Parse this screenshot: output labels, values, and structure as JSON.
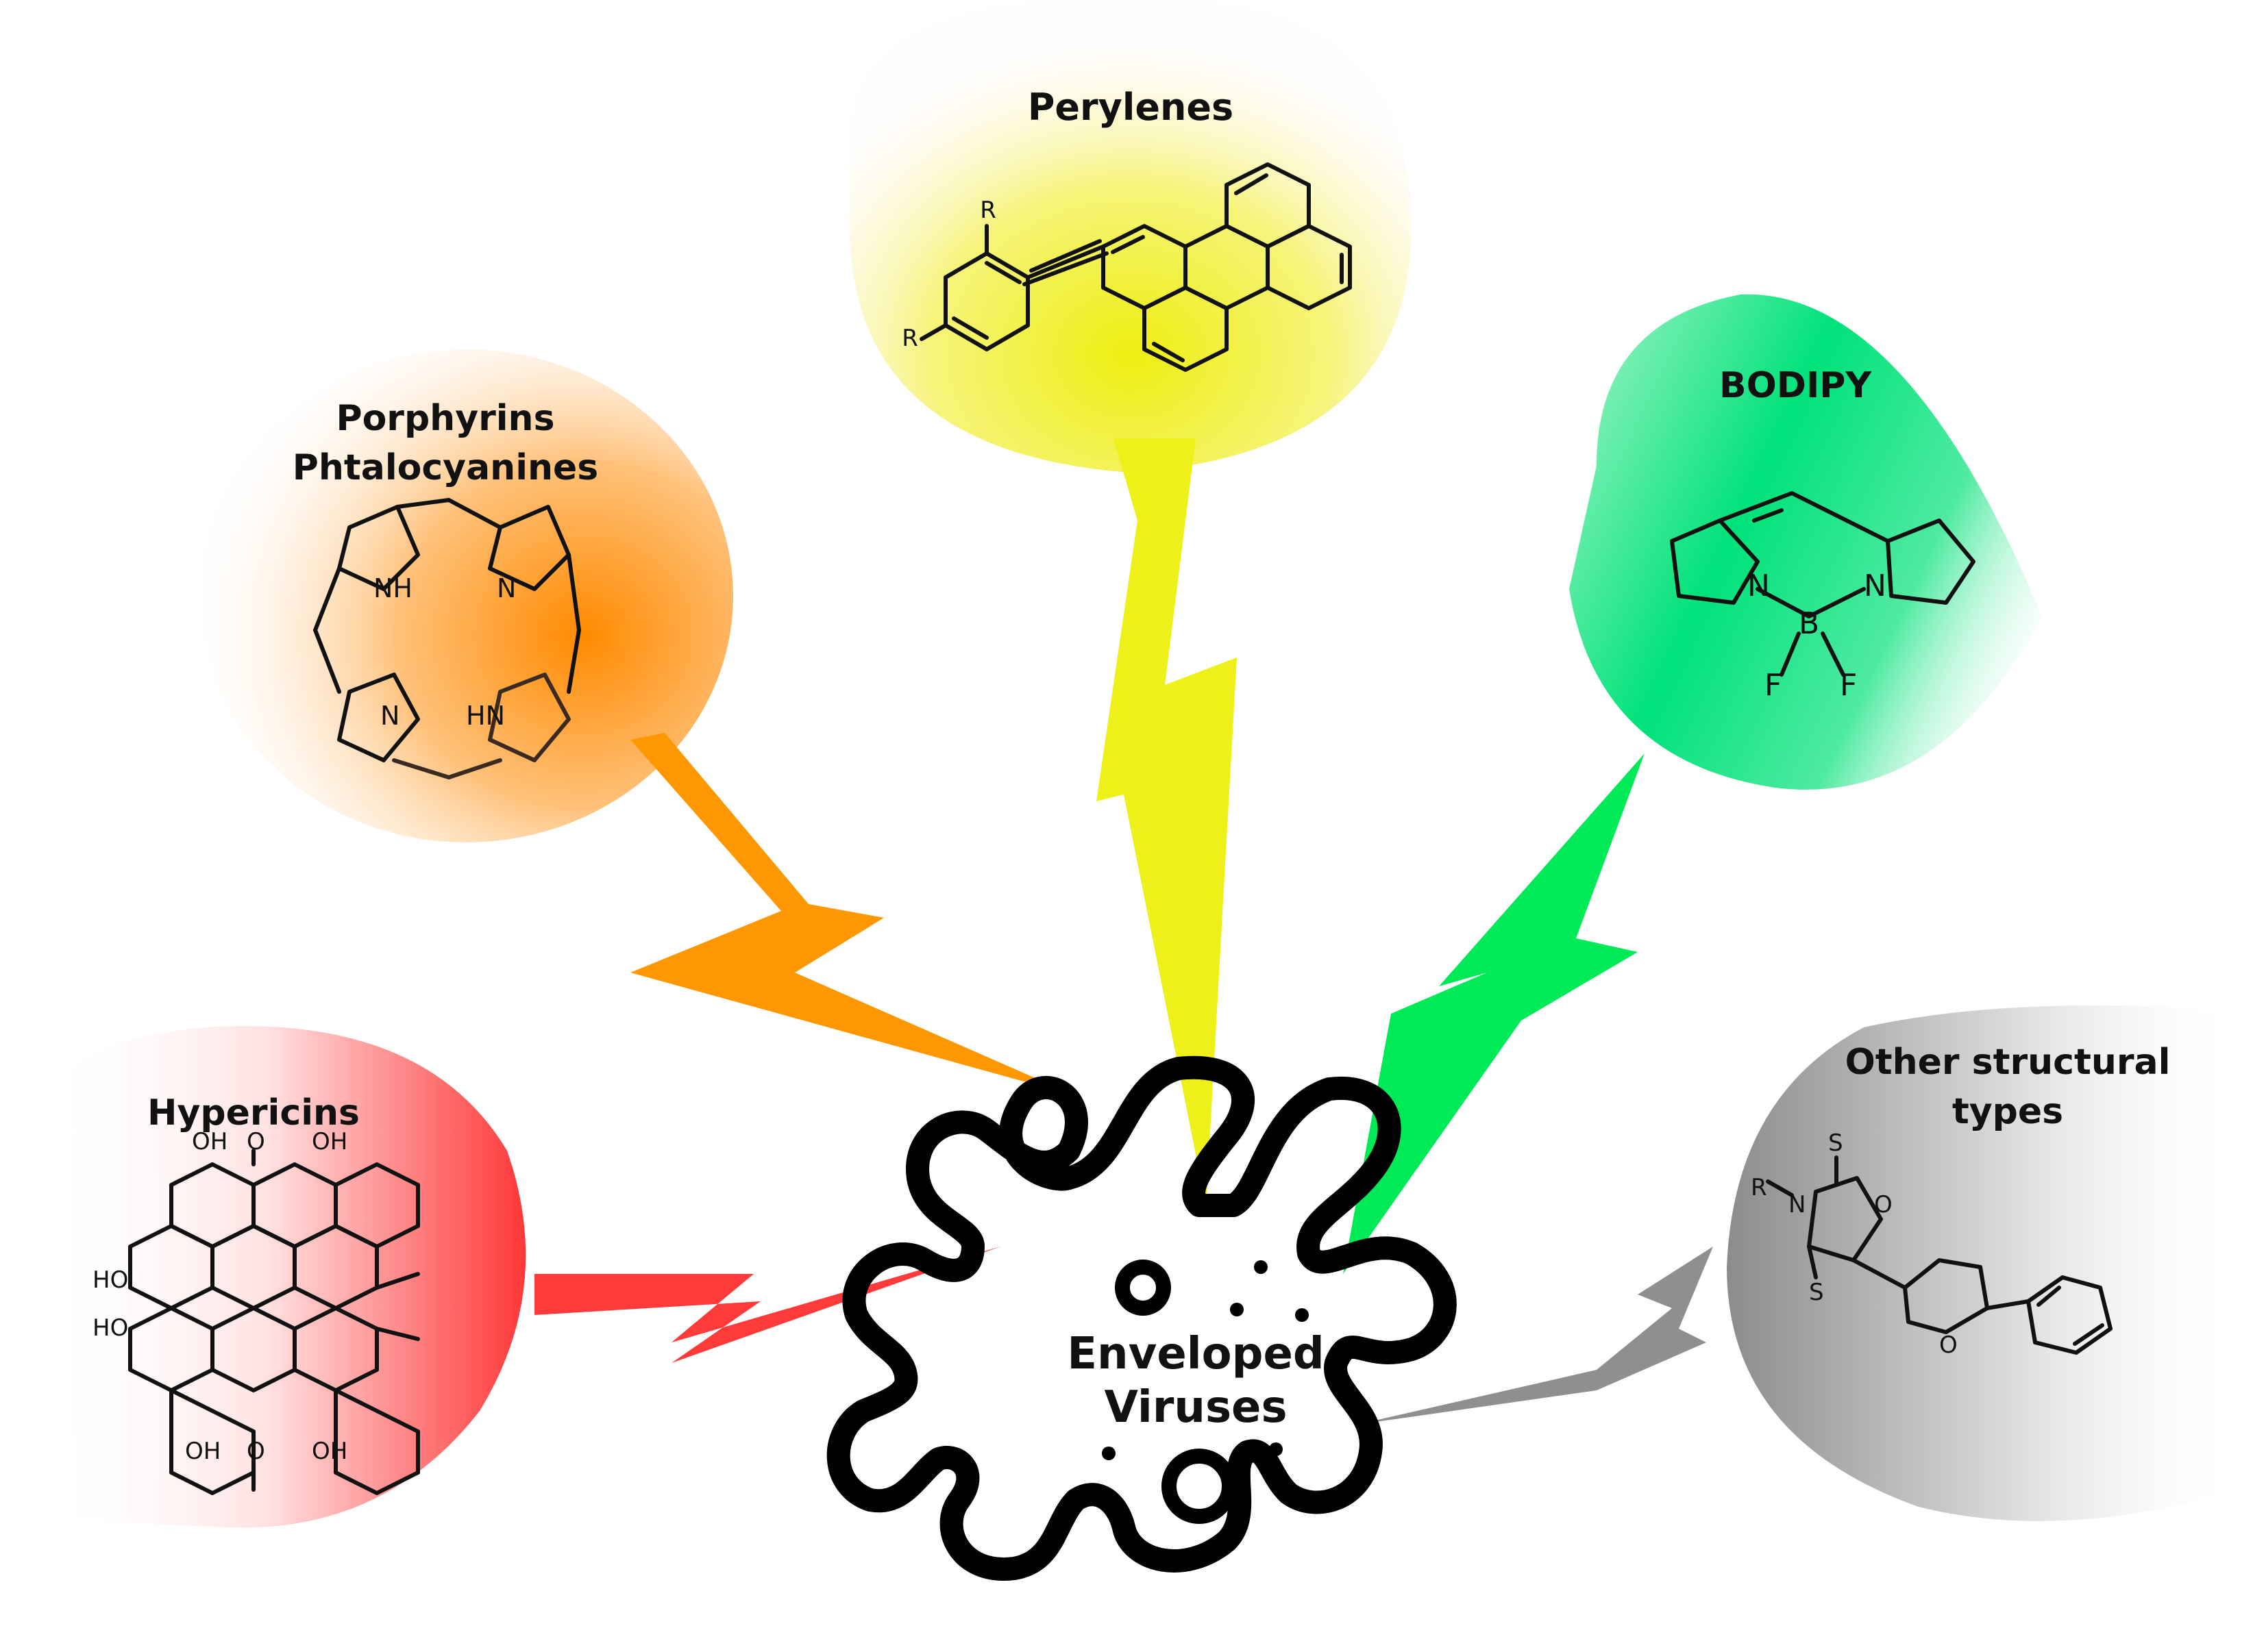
{
  "center": {
    "line1": "Enveloped",
    "line2": "Viruses"
  },
  "bubbles": {
    "perylenes": {
      "title": "Perylenes",
      "color": "#f3f000",
      "sub1": "R",
      "sub2": "R"
    },
    "porphyrins": {
      "title_line1": "Porphyrins",
      "title_line2": "Phtalocyanines",
      "color": "#ff9400",
      "nh1": "NH",
      "n1": "N",
      "n2": "N",
      "hn2": "HN"
    },
    "bodipy": {
      "title": "BODIPY",
      "color": "#00e676",
      "n_left": "N",
      "n_right": "N",
      "b": "B",
      "f1": "F",
      "f2": "F"
    },
    "hypericins": {
      "title": "Hypericins",
      "color": "#ff3b3b",
      "oh_top_left": "OH",
      "o_top": "O",
      "oh_top_right": "OH",
      "ho_mid1": "HO",
      "ho_mid2": "HO",
      "oh_bottom_left": "OH",
      "o_bottom": "O",
      "oh_bottom_right": "OH"
    },
    "other": {
      "title_line1": "Other structural",
      "title_line2": "types",
      "color": "#8f8f8f",
      "r": "R",
      "n": "N",
      "s_top": "S",
      "o_ring": "O",
      "s_bottom": "S",
      "o_furan": "O"
    }
  }
}
